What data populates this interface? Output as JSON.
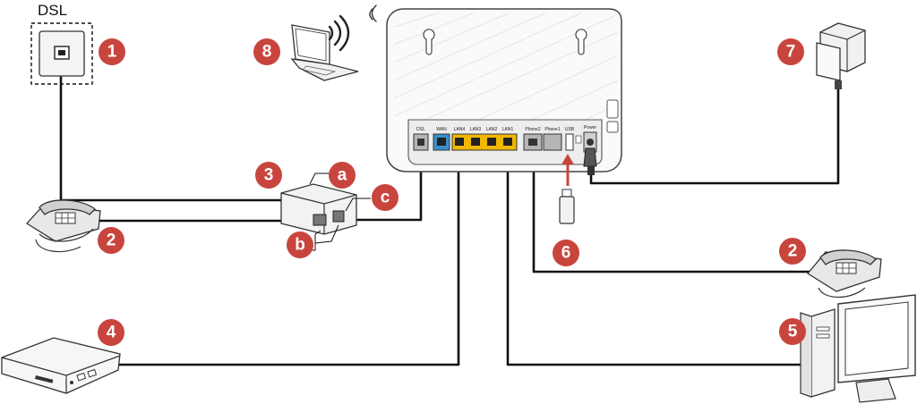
{
  "title": "DSL",
  "badges": {
    "b1": "1",
    "b2": "2",
    "b2b": "2",
    "b3": "3",
    "b4": "4",
    "b5": "5",
    "b6": "6",
    "b7": "7",
    "b8": "8",
    "ba": "a",
    "bb": "b",
    "bc": "c"
  },
  "ports": {
    "dsl": "DSL",
    "wan": "WAN",
    "lan4": "LAN4",
    "lan3": "LAN3",
    "lan2": "LAN2",
    "lan1": "LAN1",
    "phone2": "Phone2",
    "phone1": "Phone1",
    "usb": "USB",
    "power": "Power"
  },
  "colors": {
    "badge": "#c8453e",
    "wan_port": "#3a8fc8",
    "lan_port": "#f0b800",
    "phone_port": "#b5b5b5",
    "usb_arrow": "#c8453e"
  },
  "icons": [
    "wall-socket-icon",
    "telephone-icon",
    "splitter-icon",
    "set-top-box-icon",
    "desktop-computer-icon",
    "usb-stick-icon",
    "power-adapter-icon",
    "laptop-icon",
    "wifi-icon",
    "router-icon"
  ]
}
